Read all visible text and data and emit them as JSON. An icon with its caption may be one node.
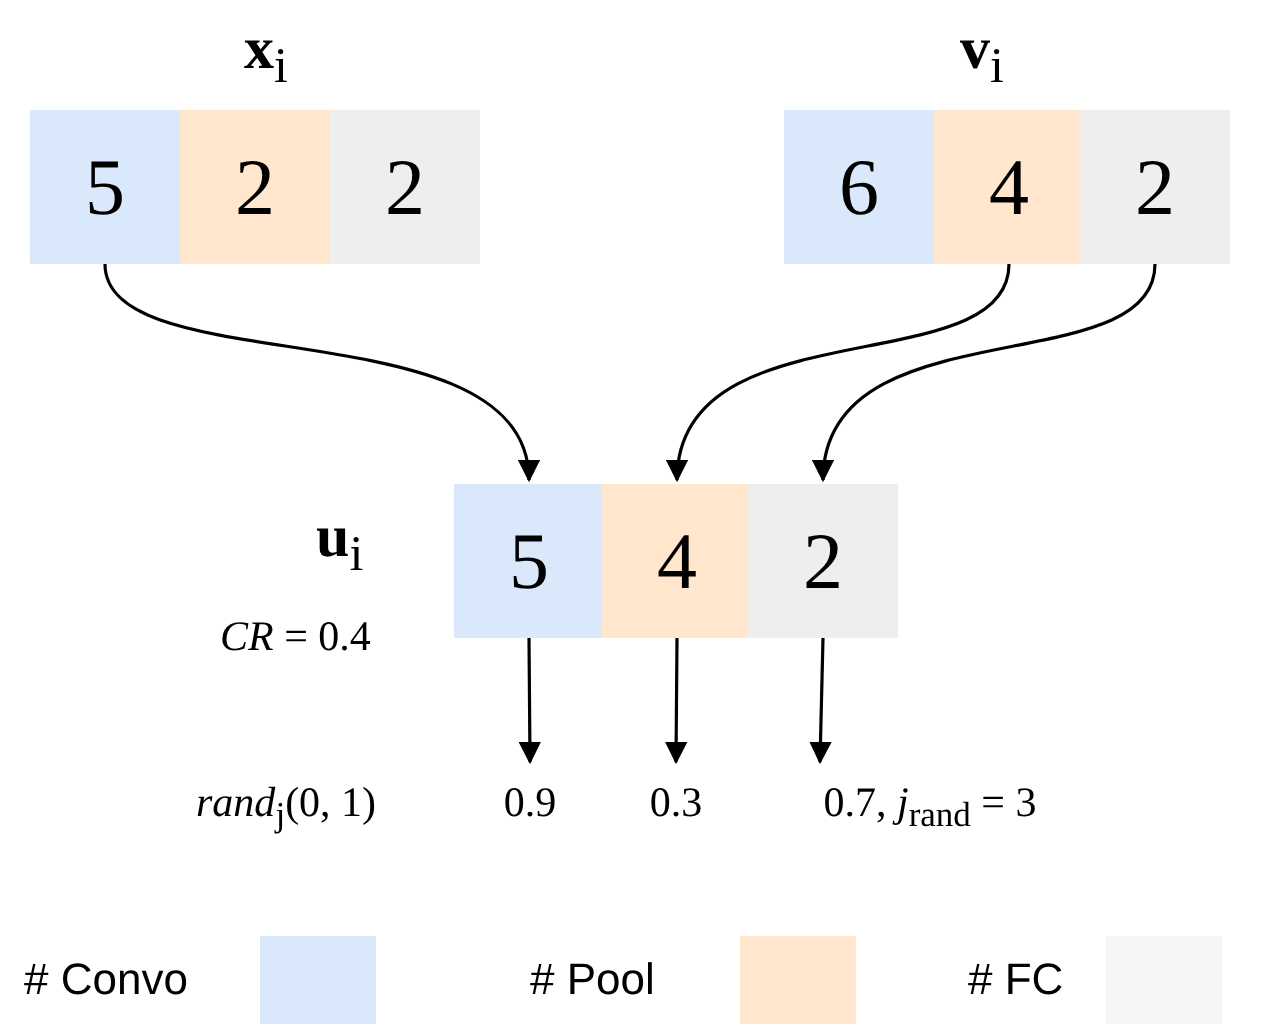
{
  "diagram": {
    "nodes": [
      {
        "text": [
          "5"
        ]
      },
      {
        "text": [
          "2"
        ]
      },
      {
        "text": [
          "2"
        ]
      },
      {
        "text": [
          "6"
        ]
      },
      {
        "text": [
          "4"
        ]
      },
      {
        "text": [
          "2"
        ]
      },
      {
        "text": [
          "5"
        ]
      },
      {
        "text": [
          "4"
        ]
      },
      {
        "text": [
          "2"
        ]
      },
      {
        "text": [
          "0.9"
        ]
      },
      {
        "text": [
          "0.3"
        ]
      },
      {
        "text": [
          "0.7, *j*$_{rand}$ = 3"
        ]
      }
    ],
    "edges": [
      {
        "from": 0,
        "to": 6,
        "arrow": "to"
      },
      {
        "from": 4,
        "to": 7,
        "arrow": "to"
      },
      {
        "from": 5,
        "to": 8,
        "arrow": "to"
      },
      {
        "from": 6,
        "to": 9,
        "arrow": "to"
      },
      {
        "from": 7,
        "to": 10,
        "arrow": "to"
      },
      {
        "from": 8,
        "to": 11,
        "arrow": "to"
      }
    ],
    "labels": [
      "**x**$_{i}$",
      "**v**$_{i}$",
      "**u**$_{i}$",
      "*CR* = 0.4",
      "*rand*$_{j}$(0, 1)"
    ],
    "legend": [
      {
        "text": "# Convo",
        "color": "#dae8fc"
      },
      {
        "text": "# Pool",
        "color": "#ffe6cc"
      },
      {
        "text": "# FC",
        "color": "#f5f5f5"
      }
    ]
  }
}
